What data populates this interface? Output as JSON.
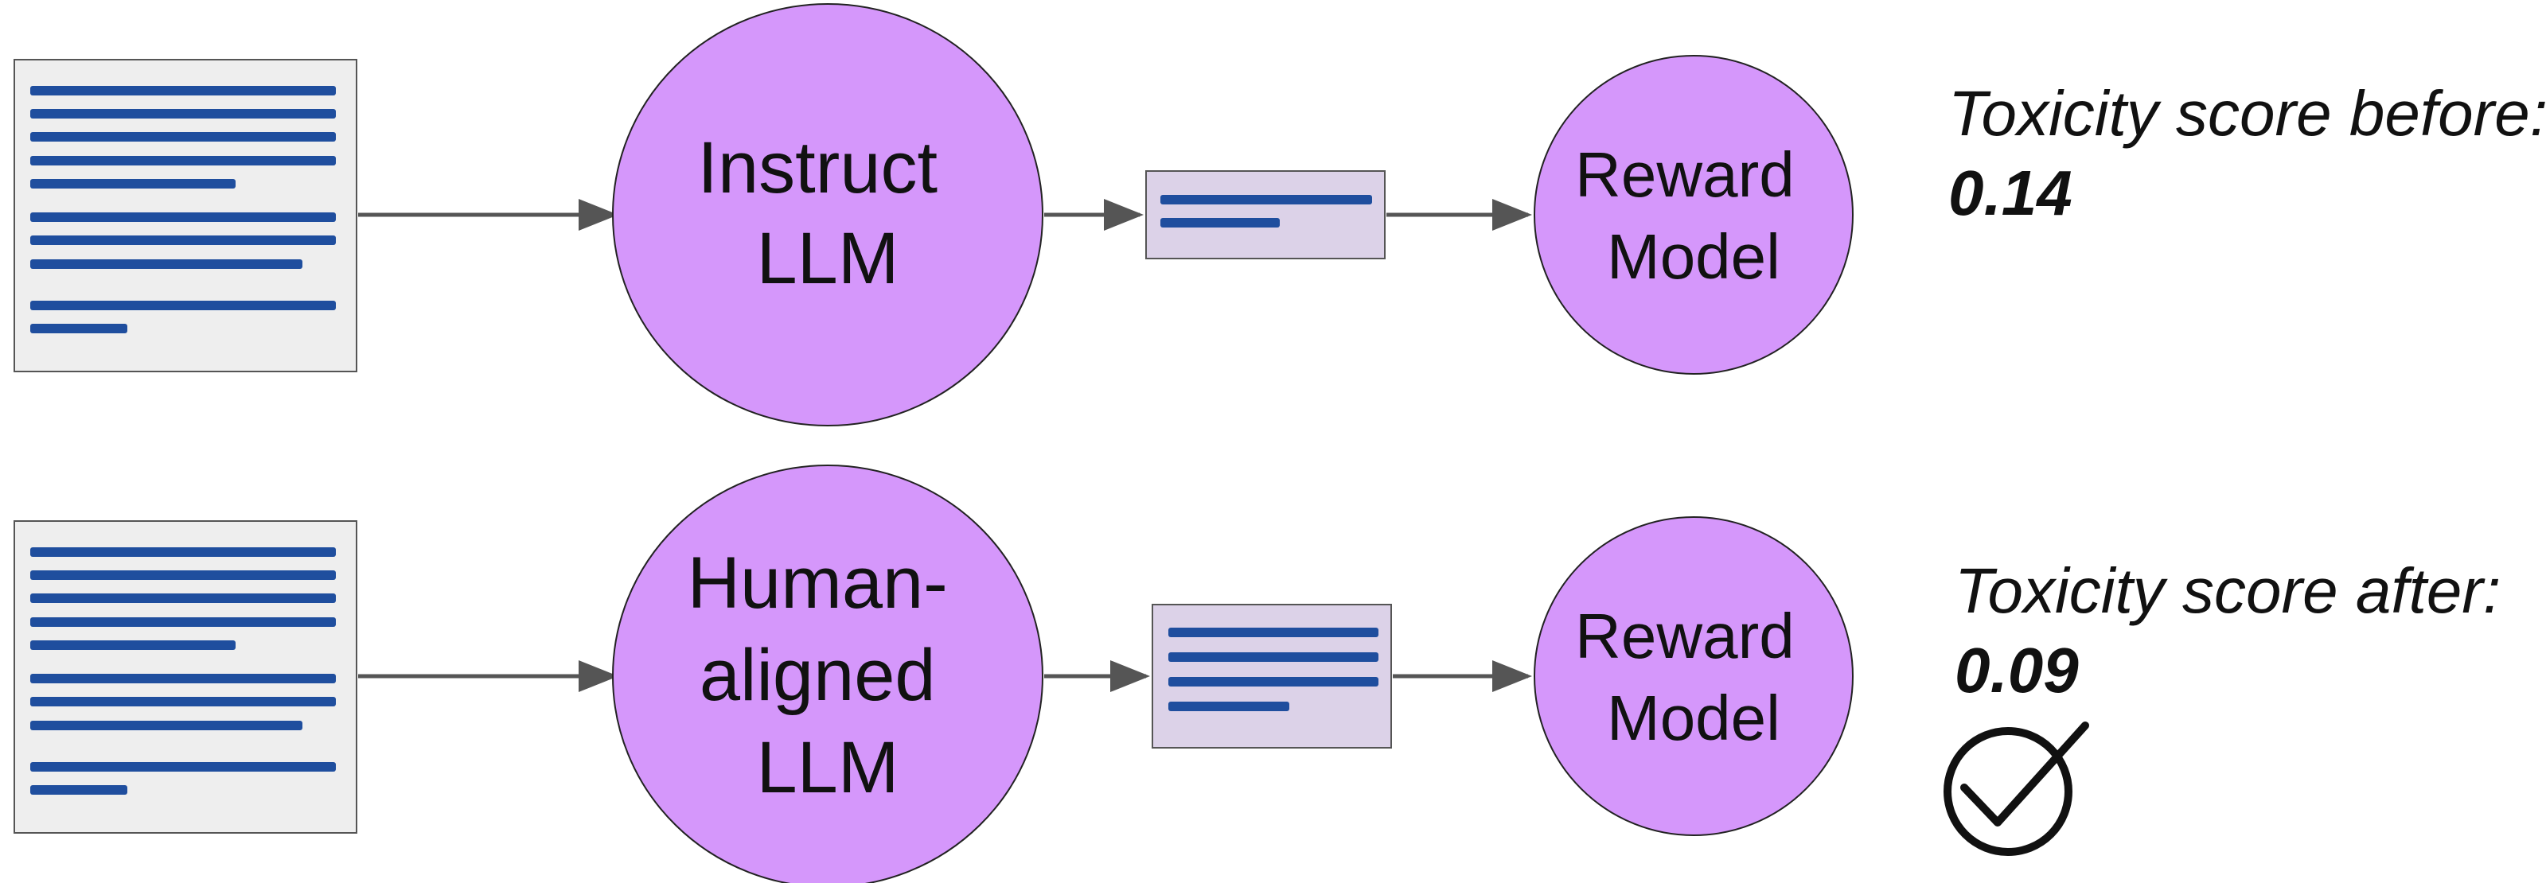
{
  "rows": [
    {
      "model_label_lines": [
        "Instruct",
        "LLM"
      ],
      "reward_label_lines": [
        "Reward",
        "Model"
      ],
      "score_label": "Toxicity score before:",
      "score_value": "0.14",
      "checkmark": false
    },
    {
      "model_label_lines": [
        "Human-",
        "aligned",
        "LLM"
      ],
      "reward_label_lines": [
        "Reward",
        "Model"
      ],
      "score_label": "Toxicity score after:",
      "score_value": "0.09",
      "checkmark": true
    }
  ],
  "colors": {
    "llm_fill": "#d597fb",
    "reward_fill": "#d597fb",
    "document_fill": "#eeeeee",
    "output_fill": "#dcd2e8",
    "text_line": "#1f4e9e",
    "arrow": "#555555",
    "outline": "#222222"
  },
  "icons": {
    "document": "document-icon",
    "output": "completion-icon",
    "check": "check-circle-icon"
  }
}
